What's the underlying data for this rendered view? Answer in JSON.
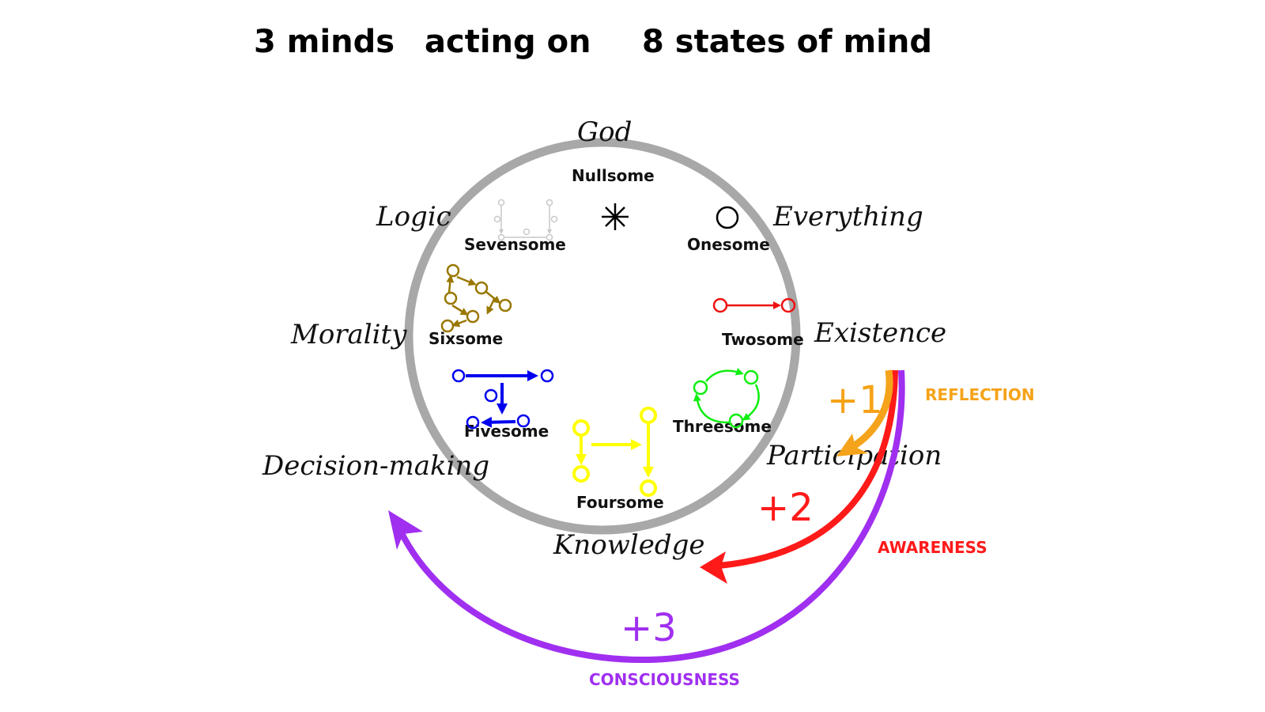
{
  "title": {
    "part1": "3 minds",
    "part2": "acting on",
    "part3": "8 states of mind"
  },
  "outer_labels": {
    "god": "God",
    "everything": "Everything",
    "existence": "Existence",
    "participation": "Participation",
    "knowledge": "Knowledge",
    "decision_making": "Decision-making",
    "morality": "Morality",
    "logic": "Logic"
  },
  "inner_labels": {
    "nullsome": "Nullsome",
    "onesome": "Onesome",
    "twosome": "Twosome",
    "threesome": "Threesome",
    "foursome": "Foursome",
    "fivesome": "Fivesome",
    "sixsome": "Sixsome",
    "sevensome": "Sevensome"
  },
  "minds": [
    {
      "step": "+1",
      "label": "REFLECTION",
      "color": "#f5a31a"
    },
    {
      "step": "+2",
      "label": "AWARENESS",
      "color": "#ff1a1a"
    },
    {
      "step": "+3",
      "label": "CONSCIOUSNESS",
      "color": "#a02ff0"
    }
  ],
  "colors": {
    "ring": "#a8a8a8",
    "twosome": "#ee1111",
    "threesome": "#11ee11",
    "foursome": "#ffff00",
    "fivesome": "#0000ee",
    "sixsome": "#997700",
    "sevensome": "#c8c8c8"
  }
}
